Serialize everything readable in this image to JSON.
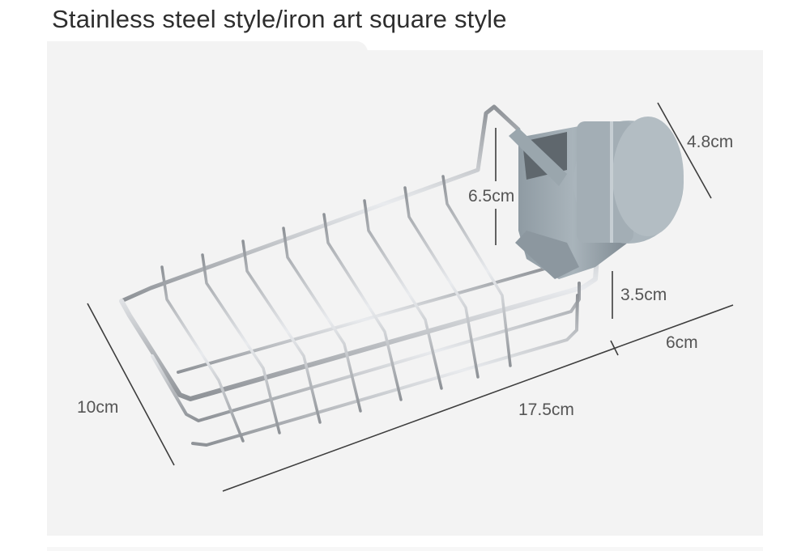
{
  "title": "Stainless steel style/iron art square style",
  "dimensions": {
    "holder_diameter": "4.8cm",
    "hook_height": "6.5cm",
    "basket_depth": "3.5cm",
    "holder_length": "6cm",
    "basket_length": "17.5cm",
    "basket_width": "10cm"
  },
  "colors": {
    "panel_background": "#f3f3f3",
    "title_text": "#2e2e2e",
    "dimension_text": "#555555",
    "wire_steel": "#b9bcc0",
    "holder_plastic": "#97a3ab"
  }
}
